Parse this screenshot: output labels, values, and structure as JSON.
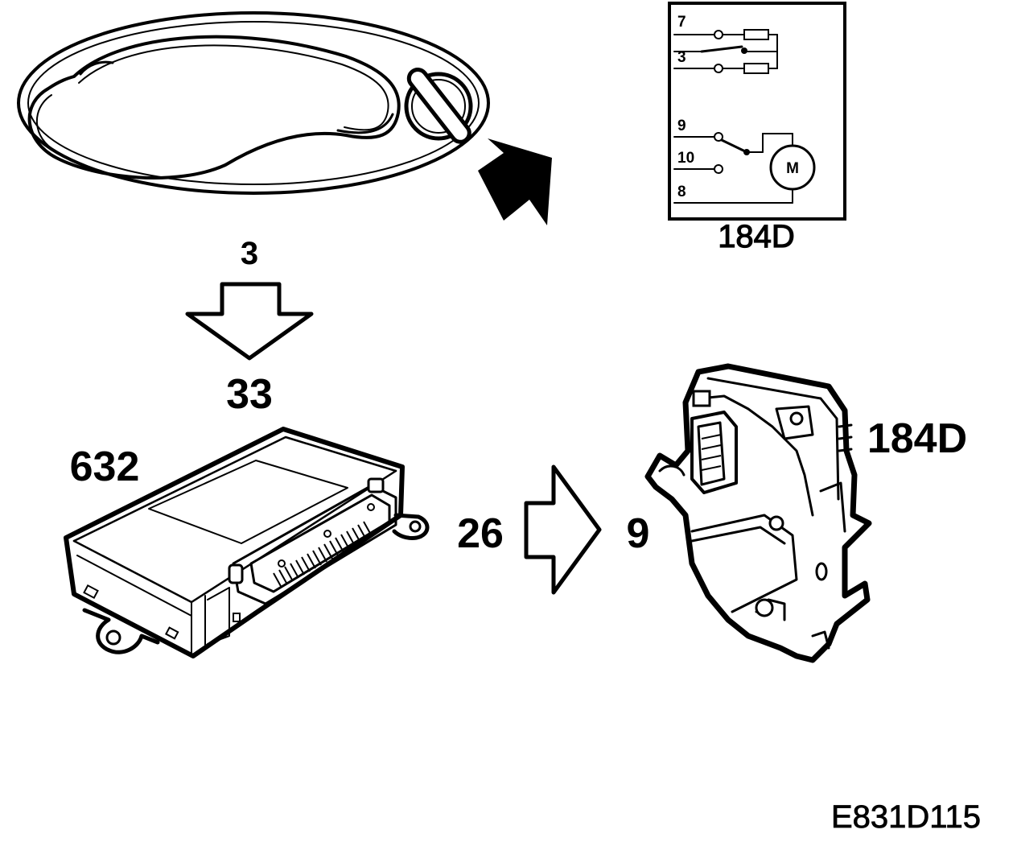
{
  "labels": {
    "handle_pin": "3",
    "module_pin": "33",
    "module_id": "632",
    "module_out_pin": "26",
    "lock_in_pin": "9",
    "lock_id": "184D",
    "schematic_id": "184D",
    "figure_code": "E831D115"
  },
  "schematic": {
    "pins": [
      "7",
      "3",
      "9",
      "10",
      "8"
    ],
    "motor": "M"
  },
  "icons": {
    "key_cylinder": "key-cylinder-icon",
    "zoom_arrow": "zoom-arrow-icon"
  }
}
